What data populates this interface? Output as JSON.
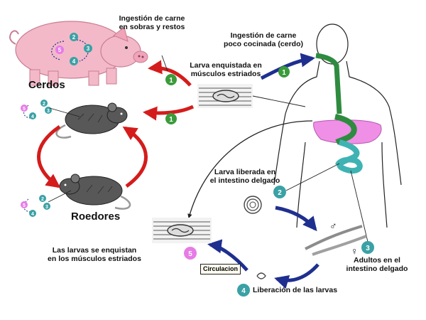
{
  "labels": {
    "ingestion_sobras": [
      "Ingestión de carne",
      "en sobras y restos"
    ],
    "ingestion_cocinada": [
      "Ingestión de carne",
      "poco cocinada (cerdo)"
    ],
    "larva_enquistada": [
      "Larva enquistada en",
      "músculos estriados"
    ],
    "cerdos": "Cerdos",
    "roedores": "Roedores",
    "larva_liberada": [
      "Larva liberada en",
      "el intestino delgado"
    ],
    "larvas_enquistan": [
      "Las larvas se enquistan",
      "en los músculos estriados"
    ],
    "circulacion": "Circulacion",
    "liberacion": "Liberación de las larvas",
    "adultos": [
      "Adultos en el",
      "intestino delgado"
    ]
  },
  "steps": {
    "s1": "1",
    "s2": "2",
    "s3": "3",
    "s4": "4",
    "s5": "5"
  },
  "symbols": {
    "male": "♂",
    "female": "♀"
  },
  "colors": {
    "red_arrow": "#d41c1c",
    "blue_arrow": "#1f2f8f",
    "green_badge": "#3a9b3a",
    "teal_badge": "#3aa1a5",
    "pink_badge": "#e77be6",
    "pig": "#f3b9c9",
    "rat": "#585858",
    "gut_green": "#2e8b3f",
    "intestine_teal": "#3fb3b3",
    "stomach_pink": "#ef8fe6"
  }
}
